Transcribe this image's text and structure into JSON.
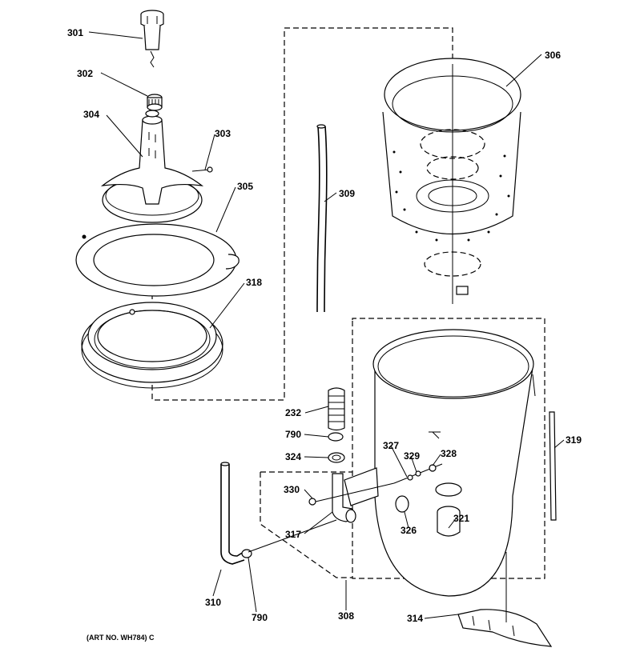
{
  "diagram": {
    "parts": [
      {
        "ref": "301"
      },
      {
        "ref": "302"
      },
      {
        "ref": "304"
      },
      {
        "ref": "303"
      },
      {
        "ref": "305"
      },
      {
        "ref": "318"
      },
      {
        "ref": "306"
      },
      {
        "ref": "309"
      },
      {
        "ref": "232"
      },
      {
        "ref": "790"
      },
      {
        "ref": "324"
      },
      {
        "ref": "330"
      },
      {
        "ref": "327"
      },
      {
        "ref": "329"
      },
      {
        "ref": "328"
      },
      {
        "ref": "317"
      },
      {
        "ref": "326"
      },
      {
        "ref": "321"
      },
      {
        "ref": "319"
      },
      {
        "ref": "310"
      },
      {
        "ref": "790"
      },
      {
        "ref": "308"
      },
      {
        "ref": "314"
      }
    ],
    "art_number": "(ART NO. WH784) C"
  }
}
